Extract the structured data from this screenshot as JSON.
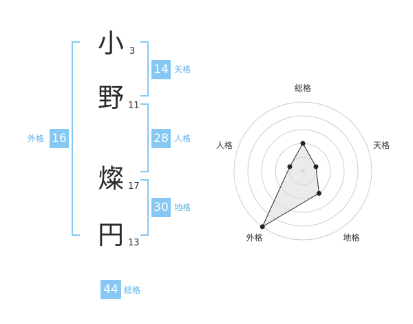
{
  "name": {
    "chars": [
      {
        "char": "小",
        "strokes": "3"
      },
      {
        "char": "野",
        "strokes": "11"
      },
      {
        "char": "燦",
        "strokes": "17"
      },
      {
        "char": "円",
        "strokes": "13"
      }
    ]
  },
  "scores": {
    "tenkaku": {
      "value": "14",
      "label": "天格"
    },
    "jinkaku": {
      "value": "28",
      "label": "人格"
    },
    "chikaku": {
      "value": "30",
      "label": "地格"
    },
    "gaikaku": {
      "value": "16",
      "label": "外格"
    },
    "soukaku": {
      "value": "44",
      "label": "総格"
    }
  },
  "radar": {
    "axes": [
      "総格",
      "天格",
      "地格",
      "外格",
      "人格"
    ],
    "values": [
      2,
      1,
      2,
      5,
      1
    ],
    "max": 5,
    "line_color": "#222222",
    "fill_color": "#dddddd",
    "ring_color": "#cccccc"
  }
}
